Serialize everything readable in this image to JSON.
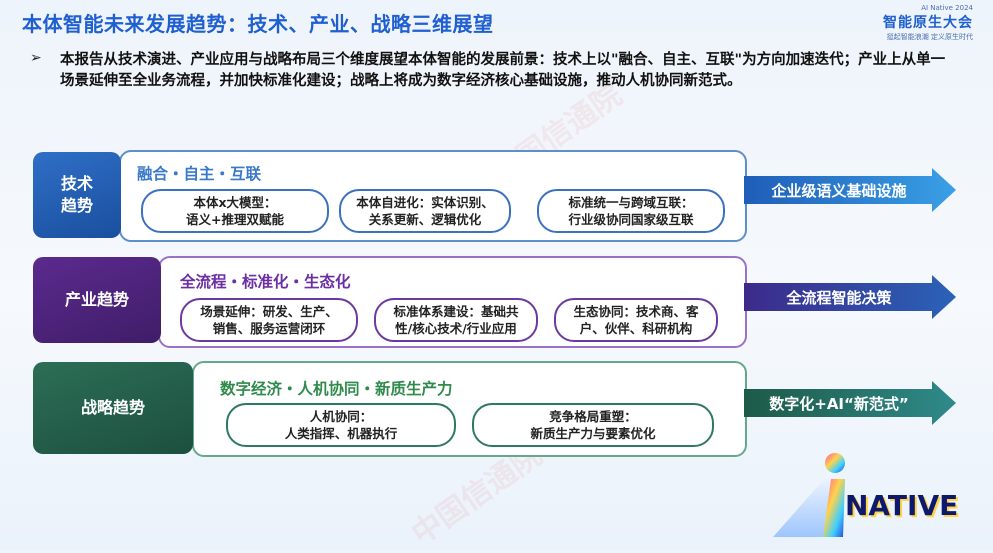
{
  "title": "本体智能未来发展趋势：技术、产业、战略三维展望",
  "logo": {
    "small_top": "AI Native 2024",
    "main": "智能原生大会",
    "small_bottom": "挺起智能浪潮 定义原生时代"
  },
  "intro": {
    "bullet": "➢",
    "text": "本报告从技术演进、产业应用与战略布局三个维度展望本体智能的发展前景：技术上以\"融合、自主、互联\"为方向加速迭代；产业上从单一场景延伸至全业务流程，并加快标准化建设；战略上将成为数字经济核心基础设施，推动人机协同新范式。"
  },
  "rows": {
    "tech": {
      "label": "技术\n趋势",
      "heading": "融合・自主・互联",
      "pills": [
        "本体x大模型：\n语义+推理双赋能",
        "本体自进化：实体识别、\n关系更新、逻辑优化",
        "标准统一与跨域互联：\n行业级协同国家级互联"
      ],
      "outcome": "企业级语义基础设施"
    },
    "industry": {
      "label": "产业趋势",
      "heading": "全流程・标准化・生态化",
      "pills": [
        "场景延伸：研发、生产、\n销售、服务运营闭环",
        "标准体系建设：基础共\n性/核心技术/行业应用",
        "生态协同：技术商、客\n户、伙伴、科研机构"
      ],
      "outcome": "全流程智能决策"
    },
    "strategy": {
      "label": "战略趋势",
      "heading": "数字经济・人机协同・新质生产力",
      "pills": [
        "人机协同：\n人类指挥、机器执行",
        "竞争格局重塑：\n新质生产力与要素优化"
      ],
      "outcome": "数字化+AI“新范式”"
    }
  },
  "brand": {
    "word": "NATIVE"
  },
  "watermark": "中国信通院",
  "colors": {
    "title": "#1f5fd0",
    "tech": "#2f6fc7",
    "industry": "#5b2a8e",
    "strategy": "#2c6e56"
  }
}
